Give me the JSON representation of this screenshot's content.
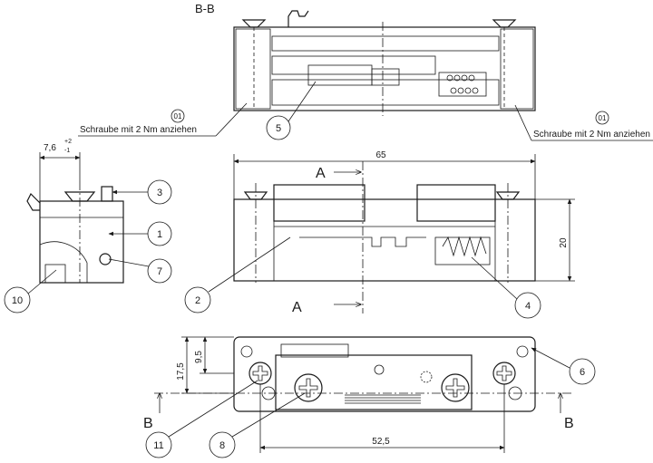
{
  "section_title": "B-B",
  "notes": {
    "left_circle": "01",
    "left_text": "Schraube mit 2 Nm anziehen",
    "right_circle": "01",
    "right_text": "Schraube mit 2 Nm anziehen"
  },
  "dimensions": {
    "d_7_6": "7,6",
    "tol_plus": "+2",
    "tol_minus": "-1",
    "d_65": "65",
    "d_20": "20",
    "d_17_5": "17,5",
    "d_9_5": "9,5",
    "d_52_5": "52,5"
  },
  "section_letters": {
    "a_top": "A",
    "a_bottom": "A",
    "b_left": "B",
    "b_right": "B"
  },
  "balloons": [
    "1",
    "2",
    "3",
    "4",
    "5",
    "6",
    "7",
    "8",
    "10",
    "11"
  ]
}
